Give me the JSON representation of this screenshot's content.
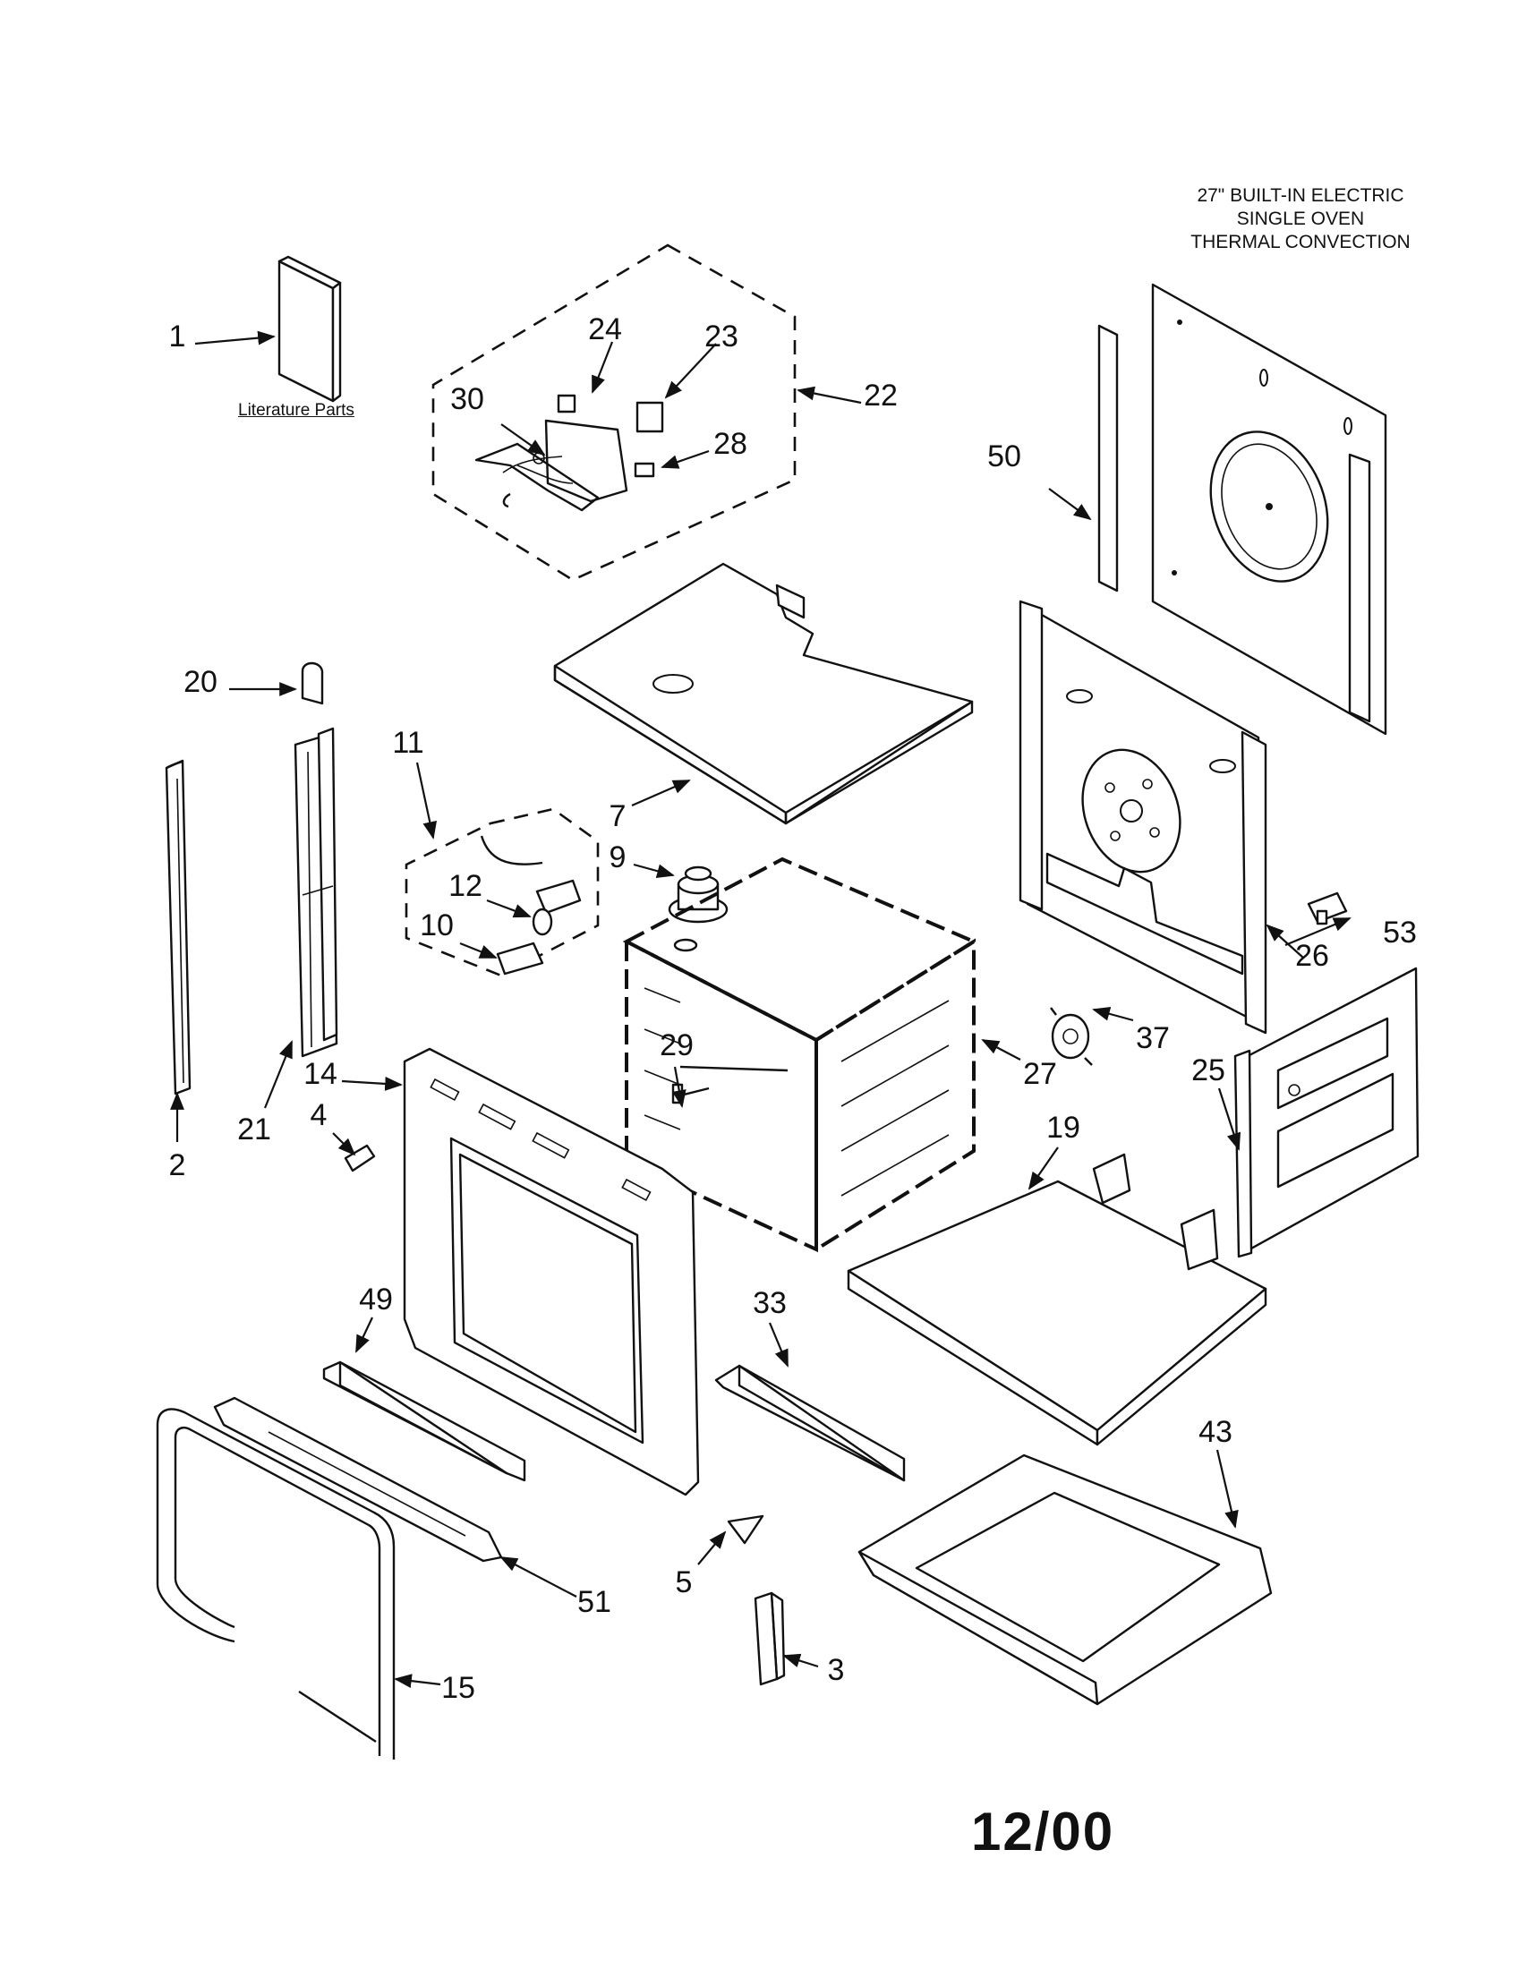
{
  "title_lines": [
    "27\" BUILT-IN ELECTRIC",
    "SINGLE OVEN",
    "THERMAL CONVECTION"
  ],
  "literature_caption": "Literature Parts",
  "date_code": "12/00",
  "callouts": {
    "p1": "1",
    "p2": "2",
    "p3": "3",
    "p4": "4",
    "p5": "5",
    "p7": "7",
    "p9": "9",
    "p10": "10",
    "p11": "11",
    "p12": "12",
    "p14": "14",
    "p15": "15",
    "p19": "19",
    "p20": "20",
    "p21": "21",
    "p22": "22",
    "p23": "23",
    "p24": "24",
    "p25": "25",
    "p26": "26",
    "p27": "27",
    "p28": "28",
    "p29": "29",
    "p30": "30",
    "p33": "33",
    "p37": "37",
    "p43": "43",
    "p49": "49",
    "p50": "50",
    "p51": "51",
    "p53": "53"
  }
}
